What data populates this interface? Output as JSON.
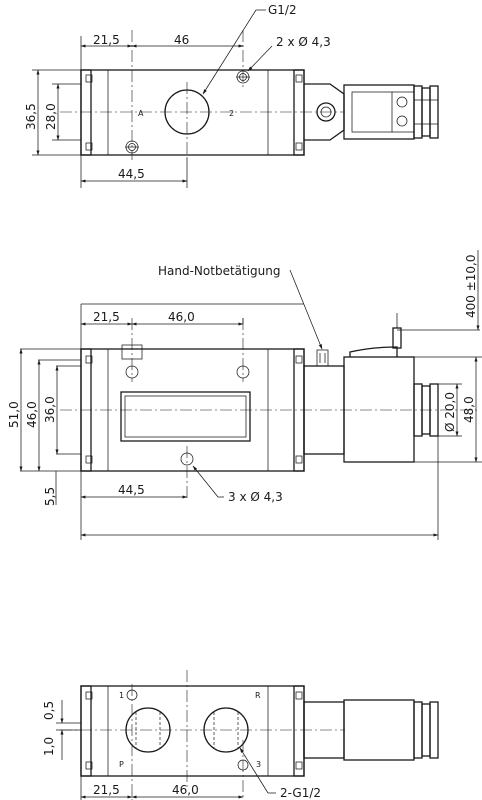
{
  "view1": {
    "callout_thread": "G1/2",
    "callout_holes": "2 x Ø 4,3",
    "dim_left": "21,5",
    "dim_top": "46",
    "dim_height_outer": "36,5",
    "dim_height_inner": "28,0",
    "dim_bottom": "44,5",
    "port_a": "A",
    "port_2": "2"
  },
  "view2": {
    "callout_manual": "Hand-Notbetätigung",
    "dim_cable": "400 ±10,0",
    "dim_left": "21,5",
    "dim_top": "46,0",
    "dim_h51": "51,0",
    "dim_h46": "46,0",
    "dim_h36": "36,0",
    "dim_offset": "5,5",
    "dim_bottom": "44,5",
    "callout_holes": "3 x Ø 4,3",
    "dim_coil_dia": "Ø 20,0",
    "dim_coil_h": "48,0"
  },
  "view3": {
    "dim_05": "0,5",
    "dim_10": "1,0",
    "dim_left": "21,5",
    "dim_mid": "46,0",
    "callout_ports": "2-G1/2",
    "port_1": "1",
    "port_r": "R",
    "port_p": "P",
    "port_3": "3"
  }
}
